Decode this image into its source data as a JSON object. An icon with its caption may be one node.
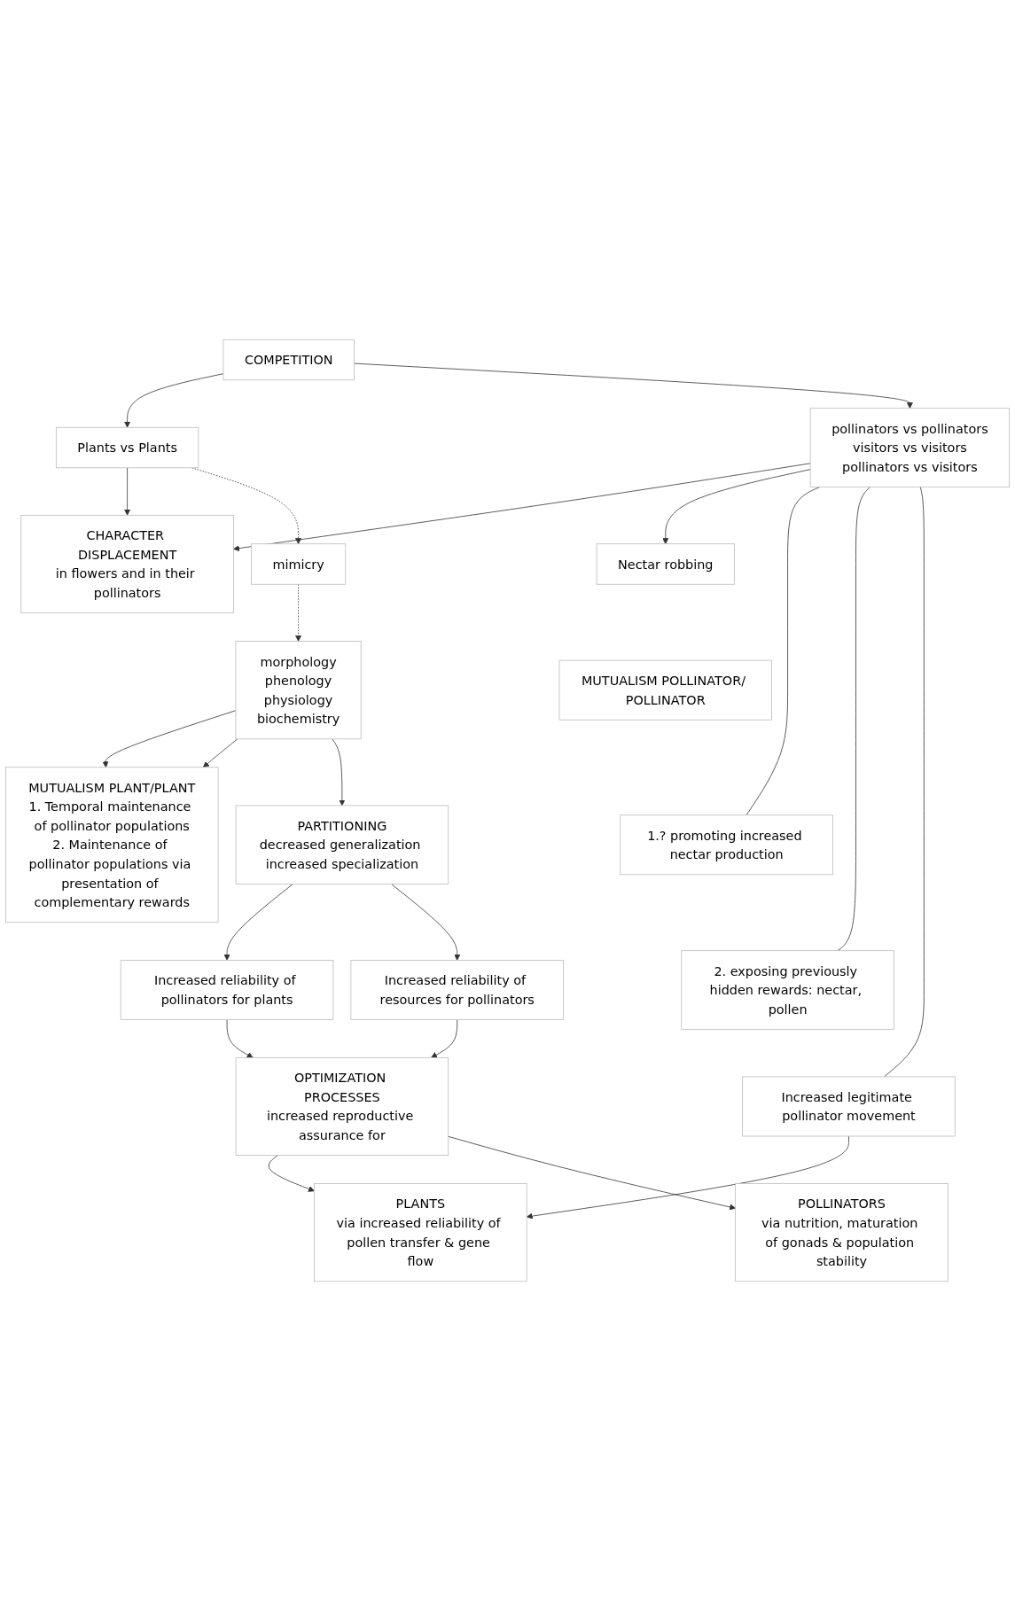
{
  "diagram": {
    "nodes": [
      {
        "text": [
          "COMPETITION"
        ]
      },
      {
        "text": [
          "Plants vs Plants"
        ]
      },
      {
        "text": [
          "pollinators vs pollinators",
          "visitors vs visitors",
          "pollinators vs visitors"
        ]
      },
      {
        "text": [
          "CHARACTER DISPLACEMENT",
          "in flowers and in their pollinators"
        ]
      },
      {
        "text": [
          "mimicry"
        ]
      },
      {
        "text": [
          "morphology",
          "phenology",
          "physiology",
          "biochemistry"
        ]
      },
      {
        "text": [
          "Nectar robbing"
        ]
      },
      {
        "text": [
          "MUTUALISM PLANT/PLANT",
          "1. Temporal maintenance of pollinator populations",
          "2. Maintenance of pollinator populations via presentation of complementary rewards"
        ]
      },
      {
        "text": [
          "MUTUALISM POLLINATOR/ POLLINATOR"
        ]
      },
      {
        "text": [
          "1.? promoting increased nectar production"
        ]
      },
      {
        "text": [
          "2. exposing previously hidden rewards: nectar, pollen"
        ]
      },
      {
        "text": [
          "Increased legitimate pollinator movement"
        ]
      },
      {
        "text": [
          "PARTITIONING",
          "decreased generalization increased specialization"
        ]
      },
      {
        "text": [
          "Increased reliability of pollinators for plants"
        ]
      },
      {
        "text": [
          "Increased reliability of resources for pollinators"
        ]
      },
      {
        "text": [
          "OPTIMIZATION PROCESSES",
          "increased reproductive assurance for"
        ]
      },
      {
        "text": [
          "PLANTS",
          "via increased reliability of pollen transfer & gene flow"
        ]
      },
      {
        "text": [
          "POLLINATORS",
          "via nutrition, maturation of gonads & population stability"
        ]
      }
    ],
    "edges": [
      {
        "from": 0,
        "to": 1,
        "arrow": "to"
      },
      {
        "from": 0,
        "to": 2,
        "arrow": "to"
      },
      {
        "from": 1,
        "to": 3,
        "arrow": "to"
      },
      {
        "from": 2,
        "to": 3,
        "arrow": "to"
      },
      {
        "from": 1,
        "to": 4,
        "arrow": "to",
        "style": "dashed"
      },
      {
        "from": 4,
        "to": 5,
        "arrow": "to",
        "style": "dashed"
      },
      {
        "from": 5,
        "to": 7,
        "arrow": "to"
      },
      {
        "from": 5,
        "to": 7,
        "arrow": "to"
      },
      {
        "from": 5,
        "to": 12,
        "arrow": "to"
      },
      {
        "from": 2,
        "to": 6,
        "arrow": "to"
      },
      {
        "from": 2,
        "to": 9,
        "arrow": "none"
      },
      {
        "from": 2,
        "to": 10,
        "arrow": "none"
      },
      {
        "from": 2,
        "to": 11,
        "arrow": "none"
      },
      {
        "from": 11,
        "to": 16,
        "arrow": "to"
      },
      {
        "from": 12,
        "to": 13,
        "arrow": "to"
      },
      {
        "from": 12,
        "to": 14,
        "arrow": "to"
      },
      {
        "from": 13,
        "to": 15,
        "arrow": "to"
      },
      {
        "from": 14,
        "to": 15,
        "arrow": "to"
      },
      {
        "from": 15,
        "to": 16,
        "arrow": "to"
      },
      {
        "from": 15,
        "to": 17,
        "arrow": "to"
      }
    ]
  }
}
